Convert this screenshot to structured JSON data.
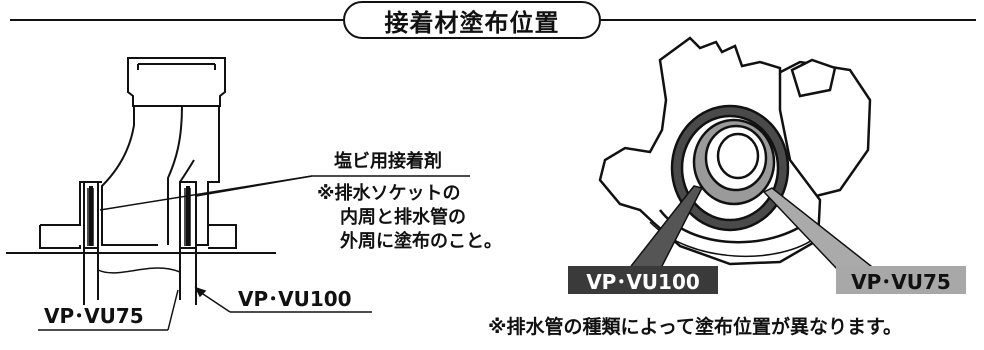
{
  "title": "接着材塗布位置",
  "left_diagram": {
    "adhesive_label": "塩ビ用接着剤",
    "note_lines": [
      "※排水ソケットの",
      "内周と排水管の",
      "外周に塗布のこと。"
    ],
    "pipe_label_75": "VP･VU75",
    "pipe_label_100": "VP･VU100"
  },
  "right_diagram": {
    "label_100": "VP･VU100",
    "label_75": "VP･VU75"
  },
  "footnote": "※排水管の種類によって塗布位置が異なります。"
}
